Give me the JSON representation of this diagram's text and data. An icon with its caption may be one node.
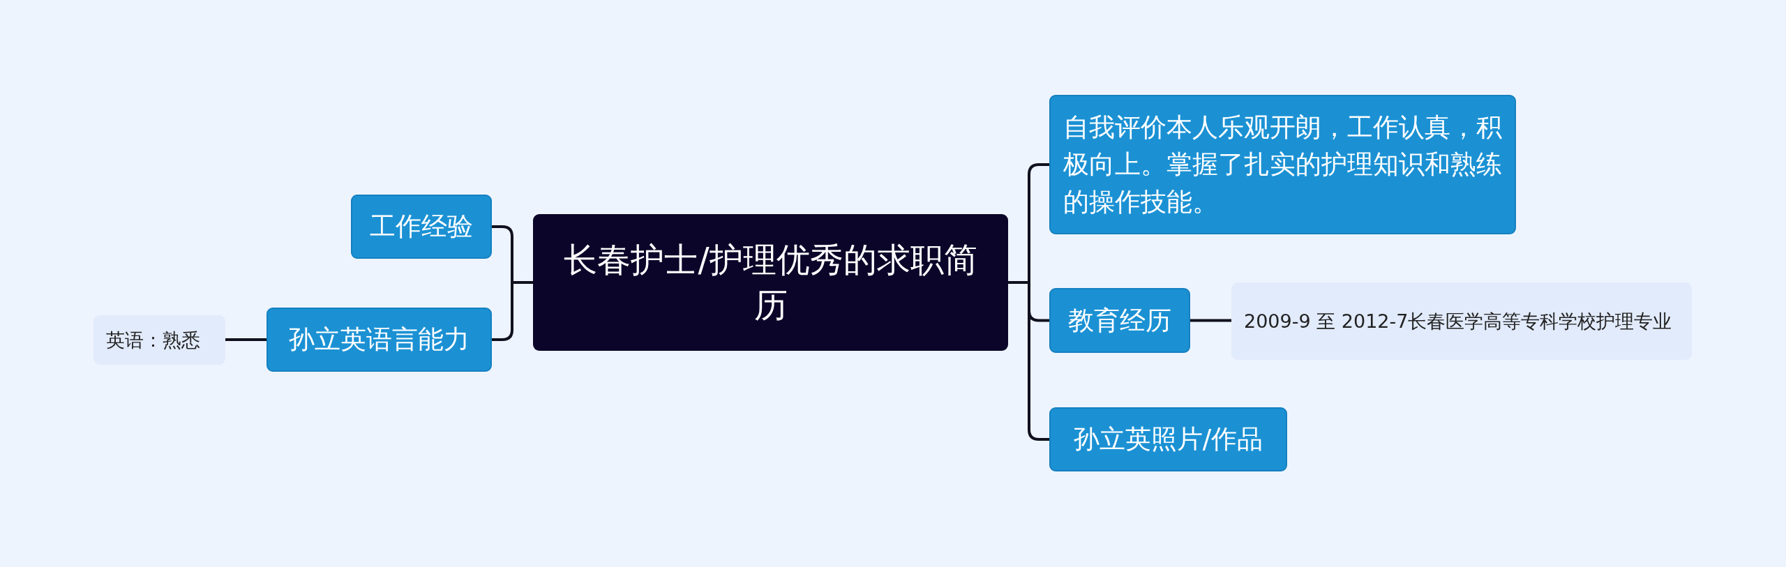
{
  "diagram": {
    "nodes": [
      {
        "text": [
          "长春护士/护理优秀的求职简历"
        ]
      },
      {
        "text": [
          "工作经验"
        ]
      },
      {
        "text": [
          "孙立英语言能力"
        ]
      },
      {
        "text": [
          "英语：熟悉"
        ]
      },
      {
        "text": [
          "自我评价本人乐观开朗，工作认真，积极向上。掌握了扎实的护理知识和熟练的操作技能。"
        ]
      },
      {
        "text": [
          "教育经历"
        ]
      },
      {
        "text": [
          "2009-9 至 2012-7长春医学高等专科学校护理专业"
        ]
      },
      {
        "text": [
          "孙立英照片/作品"
        ]
      }
    ],
    "edges": [
      {
        "from": 0,
        "to": 1,
        "arrow": "none"
      },
      {
        "from": 0,
        "to": 2,
        "arrow": "none"
      },
      {
        "from": 2,
        "to": 3,
        "arrow": "none"
      },
      {
        "from": 0,
        "to": 4,
        "arrow": "none"
      },
      {
        "from": 0,
        "to": 5,
        "arrow": "none"
      },
      {
        "from": 5,
        "to": 6,
        "arrow": "none"
      },
      {
        "from": 0,
        "to": 7,
        "arrow": "none"
      }
    ]
  }
}
